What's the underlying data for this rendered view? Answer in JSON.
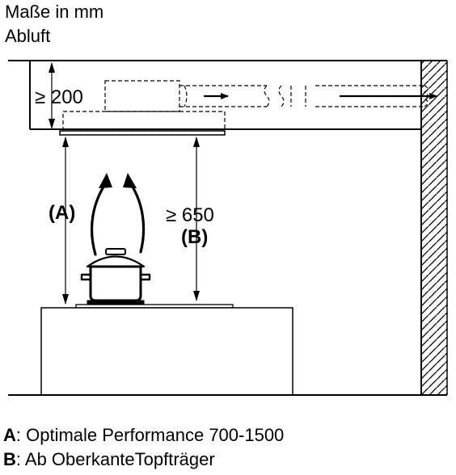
{
  "header": {
    "title": "Maße in mm",
    "subtitle": "Abluft"
  },
  "dimensions": {
    "duct_min": "≥ 200",
    "height_a": "(A)",
    "height_b_value": "≥ 650",
    "height_b_label": "(B)"
  },
  "legend": [
    {
      "key": "A",
      "text": ": Optimale Performance 700-1500"
    },
    {
      "key": "B",
      "text": ": Ab OberkanteTopfträger"
    }
  ]
}
